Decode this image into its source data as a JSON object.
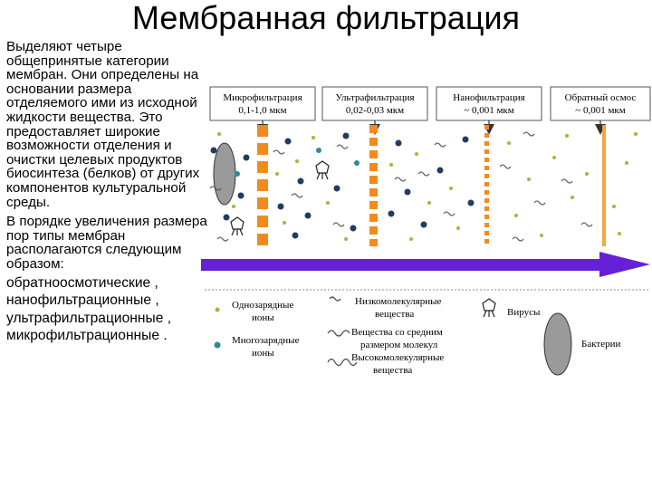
{
  "title": "Мембранная фильтрация",
  "paragraph1": "Выделяют четыре общепринятые категории мембран. Они определены на основании размера отделяемого ими из исходной жидкости вещества. Это предоставляет широкие возможности отделения и очистки целевых продуктов биосинтеза (белков) от других компонентов культуральной среды.",
  "paragraph2": "В порядке увеличения размера пор типы мембран располагаются следующим образом:",
  "types_list": [
    "обратноосмотические ,",
    "нанофильтрационные  ,",
    "ультрафильтрационные ,",
    "микрофильтрационные ."
  ],
  "membranes": [
    {
      "name": "Микрофильтрация",
      "range": "0,1-1,0 мкм"
    },
    {
      "name": "Ультрафильтрация",
      "range": "0,02-0,03 мкм"
    },
    {
      "name": "Нанофильтрация",
      "range": "~ 0,001 мкм"
    },
    {
      "name": "Обратный осмос",
      "range": "~ 0,001 мкм"
    }
  ],
  "legend": {
    "single_ions": [
      "Однозарядные",
      "ионы"
    ],
    "multi_ions": [
      "Многозарядные",
      "ионы"
    ],
    "low_mw": [
      "Низкомолекулярные",
      "вещества"
    ],
    "mid_mw": [
      "Вещества со средним",
      "размером молекул"
    ],
    "high_mw": [
      "Высокомолекулярные",
      "вещества"
    ],
    "viruses": "Вирусы",
    "bacteria": "Бактерии"
  },
  "colors": {
    "membrane": "#f28a1e",
    "ro_membrane": "#f7a340",
    "flow_arrow": "#6520d8",
    "small_ion": "#8fc23a",
    "multi_ion": "#1f3c62",
    "cyan_ion": "#2a8a9a",
    "bacteria": "#9a9a9a"
  }
}
